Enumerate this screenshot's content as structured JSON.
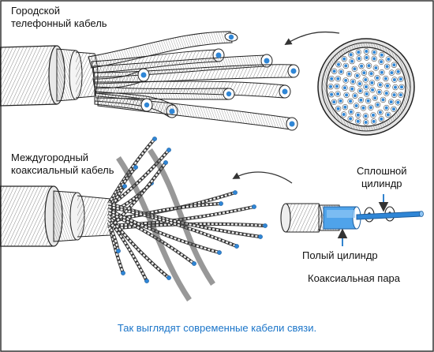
{
  "labels": {
    "city_cable_line1": "Городской",
    "city_cable_line2": "телефонный кабель",
    "long_cable_line1": "Междугородный",
    "long_cable_line2": "коаксиальный кабель",
    "solid_line1": "Сплошной",
    "solid_line2": "цилиндр",
    "hollow": "Полый цилиндр",
    "pair": "Коаксиальная пара"
  },
  "caption": "Так выглядят современные кабели связи.",
  "colors": {
    "accent_blue": "#2f86d6",
    "caption_blue": "#1b75c9",
    "ink": "#222222"
  }
}
